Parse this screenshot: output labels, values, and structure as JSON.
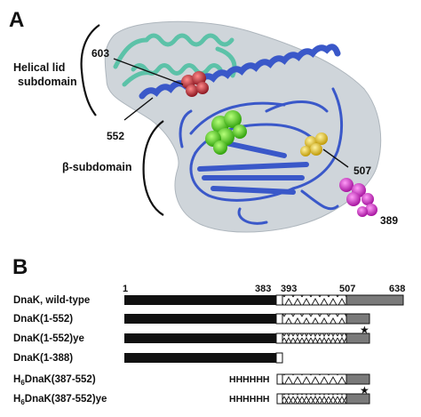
{
  "panel_a": {
    "letter": "A",
    "helical_lid_label": [
      "Helical lid",
      "subdomain"
    ],
    "beta_label": "β-subdomain",
    "residues": [
      "603",
      "552",
      "507",
      "389"
    ],
    "colors": {
      "surface": "#c7ced4",
      "backbone": "#3a58c9",
      "lid_helices": "#5cc2a8",
      "residue_603": "#c8333c",
      "green_ligand": "#46d614",
      "yellow_residue": "#e2c21c",
      "magenta_residue": "#d22ed0"
    }
  },
  "panel_b": {
    "letter": "B",
    "top_ticks": [
      "1",
      "383",
      "393",
      "507",
      "638"
    ],
    "constructs": [
      {
        "label": "DnaK, wild-type"
      },
      {
        "label": "DnaK(1-552)"
      },
      {
        "label": "DnaK(1-552)ye"
      },
      {
        "label": "DnaK(1-388)"
      },
      {
        "label_main": "H",
        "label_sub": "6",
        "label_rest": "DnaK(387-552)",
        "his_tag": "HHHHHH"
      },
      {
        "label_main": "H",
        "label_sub": "6",
        "label_rest": "DnaK(387-552)ye",
        "his_tag": "HHHHHH"
      }
    ],
    "star": "★",
    "colors": {
      "nbd": "#111111",
      "lid": "#7a7a7a",
      "sbd_fill": "#ffffff"
    }
  }
}
